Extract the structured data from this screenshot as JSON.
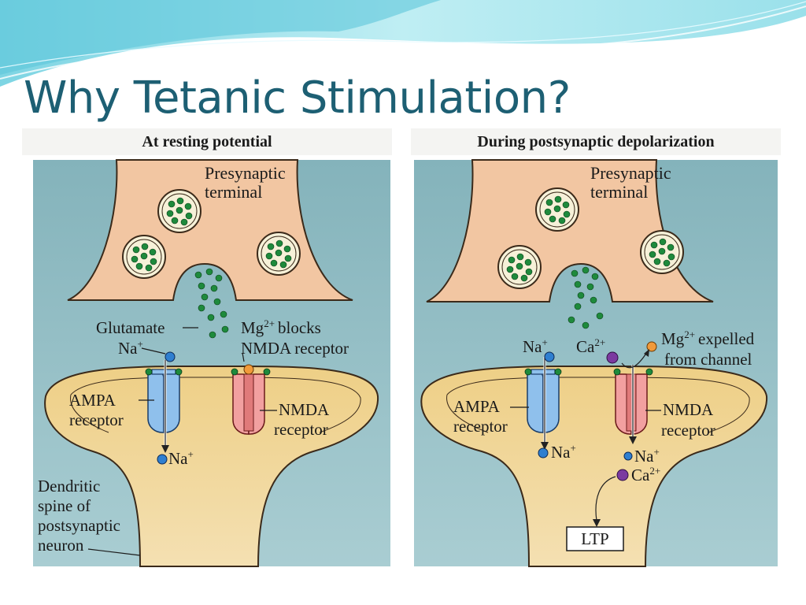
{
  "slide": {
    "title": "Why Tetanic Stimulation?"
  },
  "colors": {
    "background": "#8fb8bf",
    "presynaptic_fill": "#f2c6a2",
    "postsynaptic_fill": "#f0d79a",
    "vesicle_fill": "#f6f1d8",
    "glutamate": "#1e8a3c",
    "na_ion": "#2f7fd0",
    "mg_ion": "#f19a3a",
    "ca_ion": "#7b3aa0",
    "ampa_receptor": "#8fc0ec",
    "nmda_receptor": "#f2a0a0",
    "title_color": "#1d5f73"
  },
  "panels": [
    {
      "heading": "At resting potential",
      "labels": {
        "presynaptic": "Presynaptic",
        "terminal": "terminal",
        "glutamate": "Glutamate",
        "na_top": "Na",
        "na_top_sup": "+",
        "mg": "Mg",
        "mg_sup": "2+",
        "mg_blocks": "blocks",
        "nmda_receptor_line": "NMDA receptor",
        "ampa": "AMPA",
        "ampa_receptor": "receptor",
        "nmda": "NMDA",
        "nmda_receptor": "receptor",
        "na_bottom": "Na",
        "na_bottom_sup": "+",
        "dendritic_1": "Dendritic",
        "dendritic_2": "spine of",
        "dendritic_3": "postsynaptic",
        "dendritic_4": "neuron"
      }
    },
    {
      "heading": "During postsynaptic depolarization",
      "labels": {
        "presynaptic": "Presynaptic",
        "terminal": "terminal",
        "na_top": "Na",
        "na_top_sup": "+",
        "ca_top": "Ca",
        "ca_top_sup": "2+",
        "mg": "Mg",
        "mg_sup": "2+",
        "mg_expelled": "expelled",
        "from_channel": "from channel",
        "ampa": "AMPA",
        "ampa_receptor": "receptor",
        "nmda": "NMDA",
        "nmda_receptor": "receptor",
        "na_bottom": "Na",
        "na_bottom_sup": "+",
        "na_bottom2": "Na",
        "na_bottom2_sup": "+",
        "ca_bottom": "Ca",
        "ca_bottom_sup": "2+",
        "ltp": "LTP"
      }
    }
  ]
}
